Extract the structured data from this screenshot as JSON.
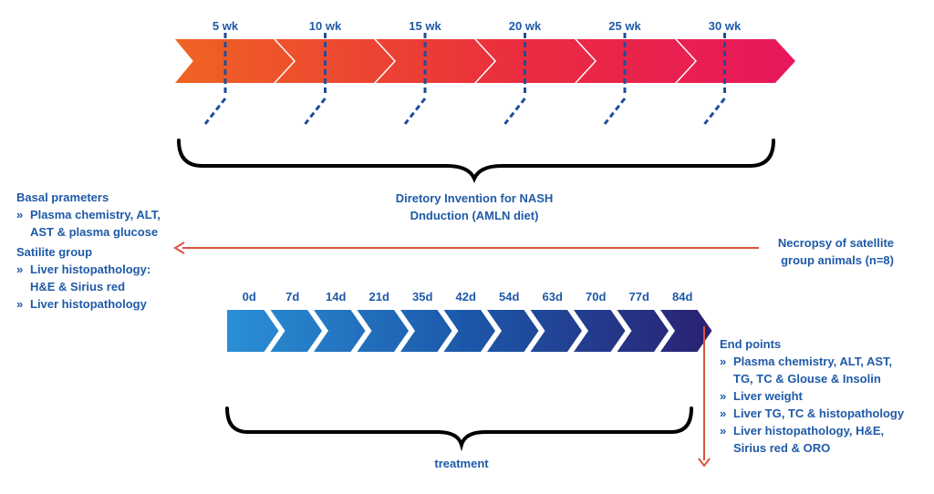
{
  "top_timeline": {
    "labels": [
      "5 wk",
      "10 wk",
      "15 wk",
      "20 wk",
      "25 wk",
      "30 wk"
    ],
    "colors": [
      "#ef6422",
      "#ea2d3e",
      "#e8175d"
    ],
    "brace_label_line1": "Diretory Invention for NASH",
    "brace_label_line2": "Dnduction (AMLN diet)"
  },
  "basal": {
    "title": "Basal prameters",
    "items": [
      "Plasma chemistry, ALT,",
      "AST & plasma glucose"
    ]
  },
  "satellite": {
    "title": "Satilite group",
    "items": [
      "Liver histopathology:",
      "H&E & Sirius red",
      "Liver histopathology"
    ]
  },
  "necropsy": {
    "line1": "Necropsy of satellite",
    "line2": "group animals (n=8)"
  },
  "bottom_timeline": {
    "labels": [
      "0d",
      "7d",
      "14d",
      "21d",
      "35d",
      "42d",
      "54d",
      "63d",
      "70d",
      "77d",
      "84d"
    ],
    "colors": [
      "#2a8fd6",
      "#1c56a8",
      "#2b1f70"
    ],
    "brace_label": "treatment"
  },
  "endpoints": {
    "title": "End points",
    "items": [
      "Plasma chemistry, ALT, AST,",
      "TG, TC & Glouse & Insolin",
      "Liver weight",
      "Liver TG, TC & histopathology",
      "Liver histopathology, H&E,",
      "Sirius red & ORO"
    ]
  },
  "colors": {
    "text": "#1f5aa8",
    "dashed": "#1f4e9c",
    "arrow": "#d9533d",
    "brace": "#000000"
  }
}
